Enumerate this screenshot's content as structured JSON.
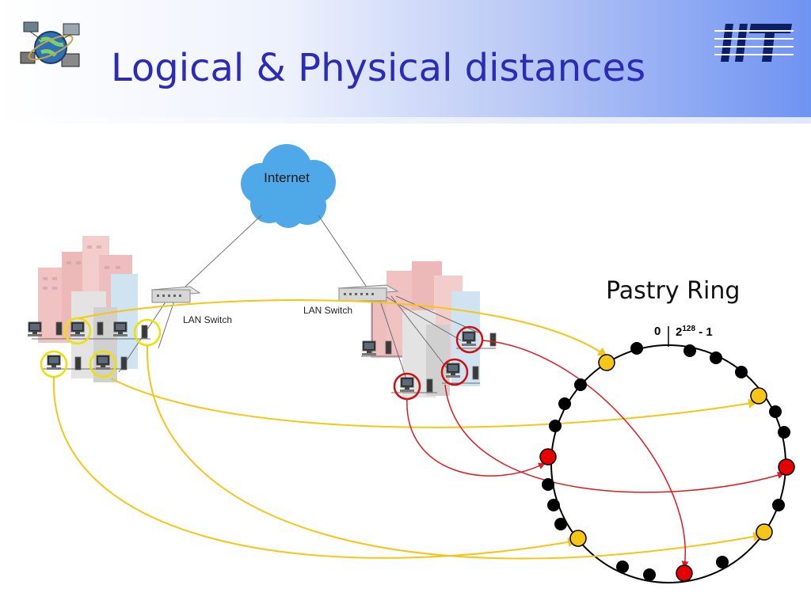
{
  "slide": {
    "title": "Logical & Physical distances"
  },
  "network": {
    "cloud_label": "Internet",
    "switch_left_label": "LAN Switch",
    "switch_right_label": "LAN Switch"
  },
  "ring": {
    "title": "Pastry Ring",
    "zero_label": "0",
    "max_base": "2",
    "max_exponent": "128",
    "max_suffix": " - 1"
  },
  "colors": {
    "yellow_node": "#f5c518",
    "red_node": "#e60000",
    "black_node": "#000000",
    "yellow_link": "#f5c518",
    "red_link": "#e0191e",
    "title": "#2b2bb8",
    "cloud": "#4fa8e8"
  }
}
